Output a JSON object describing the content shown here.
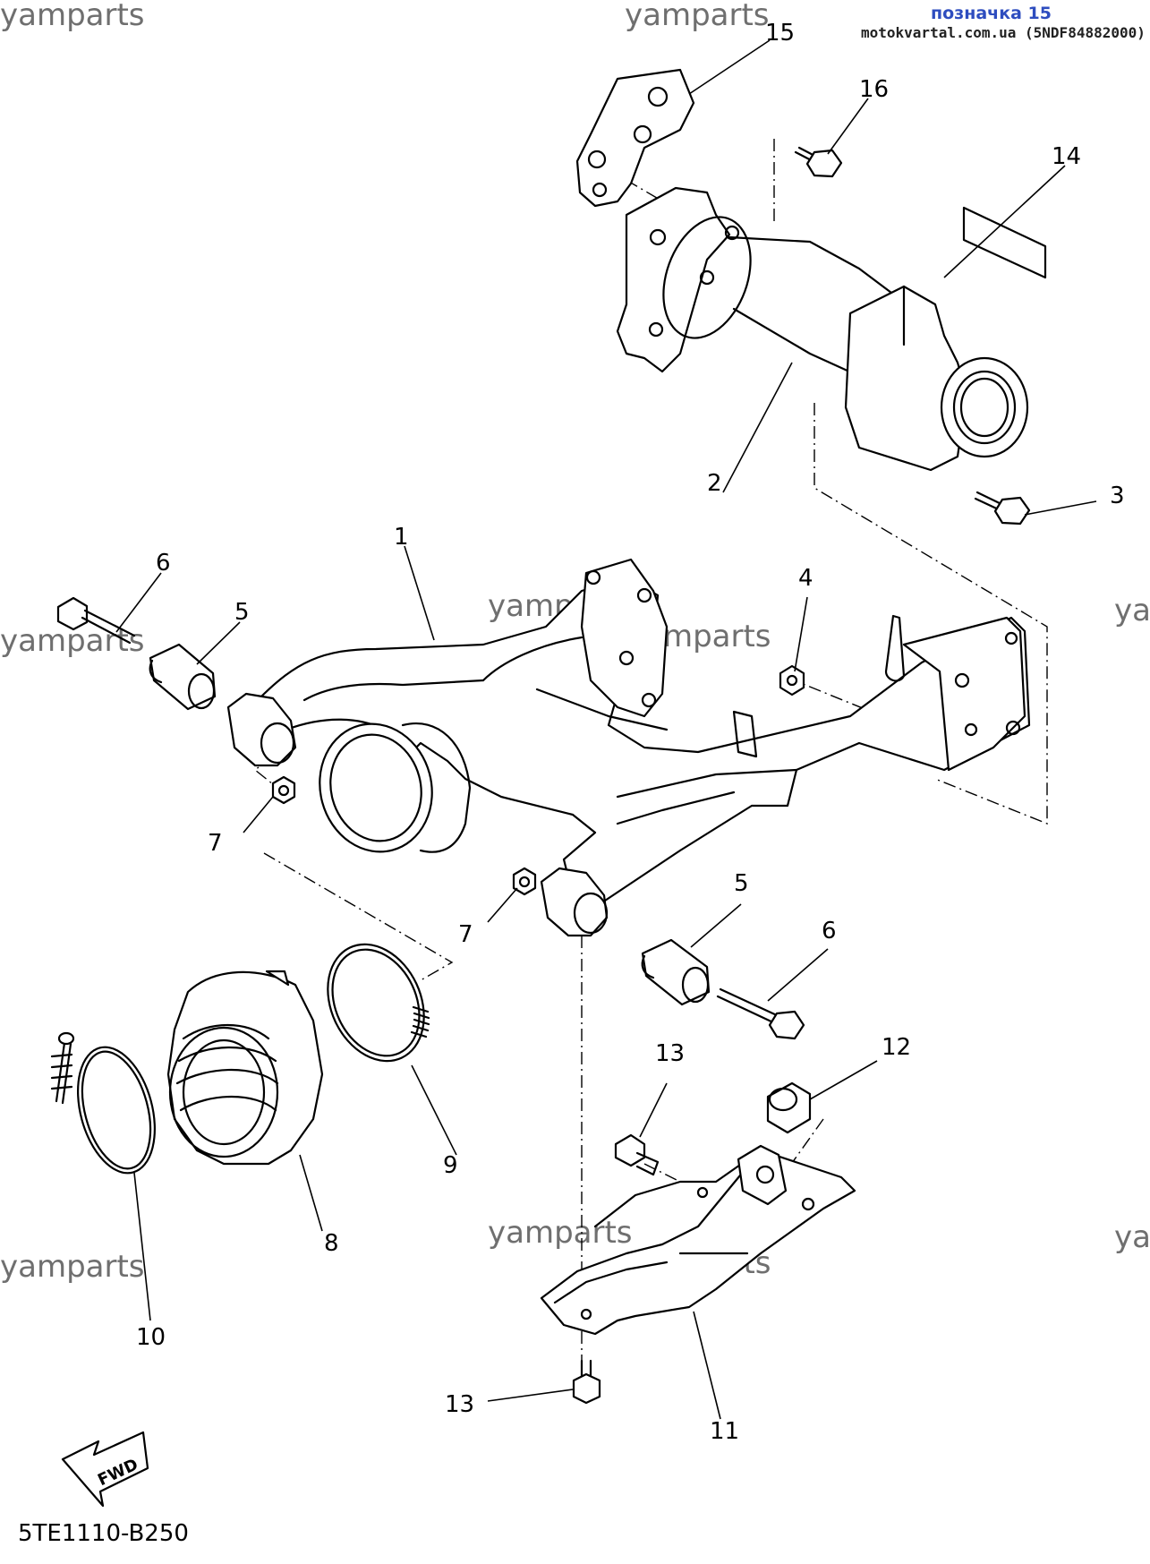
{
  "header": {
    "label": "позначка 15",
    "site": "motokvartal.com.ua (5NDF84882000)"
  },
  "watermark": "yamparts",
  "diagram_code": "5TE1110-B250",
  "fwd_label": "FWD",
  "callouts": [
    "15",
    "16",
    "14",
    "2",
    "3",
    "1",
    "6",
    "5",
    "4",
    "7",
    "7",
    "5",
    "6",
    "13",
    "12",
    "9",
    "8",
    "10",
    "13",
    "11"
  ]
}
